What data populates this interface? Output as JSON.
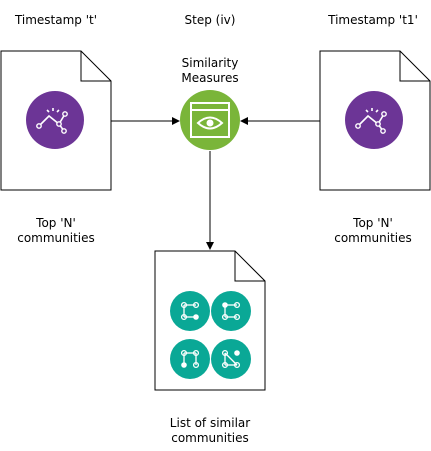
{
  "labels": {
    "timestamp_t": "Timestamp 't'",
    "step": "Step (iv)",
    "timestamp_t1": "Timestamp 't1'",
    "similarity_measures": "Similarity\nMeasures",
    "top_n_left": "Top 'N'\ncommunities",
    "top_n_right": "Top 'N'\ncommunities",
    "list_similar": "List of similar\ncommunities"
  },
  "colors": {
    "purple": "#6c3596",
    "green": "#7ab539",
    "teal": "#0aa896",
    "stroke": "#000000"
  },
  "icons": {
    "left_doc_icon": "network-graph-icon",
    "right_doc_icon": "network-graph-icon",
    "center_icon": "eye-window-icon",
    "result_icons": [
      "community-graph-icon",
      "community-graph-icon",
      "community-graph-icon",
      "community-graph-icon"
    ]
  }
}
